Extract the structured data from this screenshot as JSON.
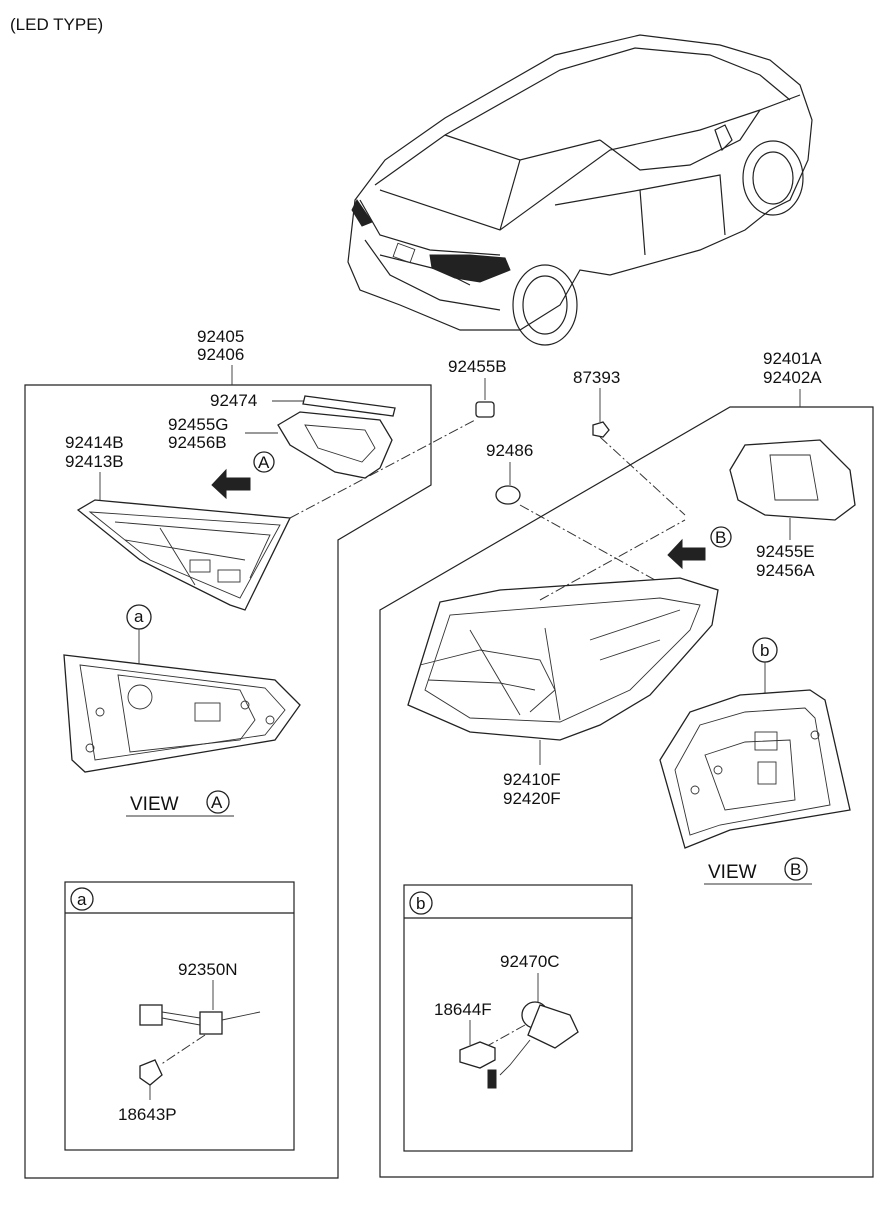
{
  "header": {
    "type_label": "(LED TYPE)"
  },
  "labels": {
    "p92405": "92405",
    "p92406": "92406",
    "p92474": "92474",
    "p92455G": "92455G",
    "p92456B": "92456B",
    "p92414B": "92414B",
    "p92413B": "92413B",
    "p92455B": "92455B",
    "p87393": "87393",
    "p92486": "92486",
    "p92401A": "92401A",
    "p92402A": "92402A",
    "p92455E": "92455E",
    "p92456A": "92456A",
    "p92410F": "92410F",
    "p92420F": "92420F",
    "p92350N": "92350N",
    "p18643P": "18643P",
    "p92470C": "92470C",
    "p18644F": "18644F"
  },
  "markers": {
    "a": "a",
    "b": "b",
    "A": "A",
    "B": "B"
  },
  "views": {
    "view_word": "VIEW"
  }
}
